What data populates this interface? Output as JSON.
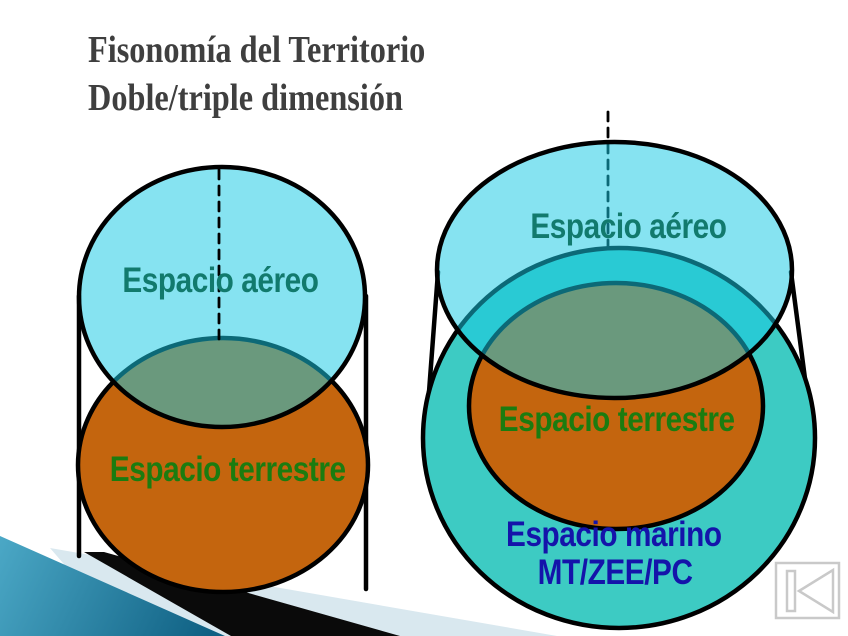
{
  "slide": {
    "title_line1": "Fisonomía del Territorio",
    "title_line2": "Doble/triple dimensión"
  },
  "diagram_left": {
    "name": "double-dimension-cylinder",
    "labels": {
      "air": "Espacio aéreo",
      "land": "Espacio terrestre"
    }
  },
  "diagram_right": {
    "name": "triple-dimension-cylinder",
    "labels": {
      "air": "Espacio aéreo",
      "land": "Espacio terrestre",
      "sea_line1": "Espacio marino",
      "sea_line2": "MT/ZEE/PC"
    }
  },
  "palette": {
    "air_fill_over_white": "#7fe3f2",
    "air_fill_rgba": "rgba(23,201,229,0.52)",
    "land_fill": "#c4650e",
    "sea_fill": "#3dcbc3",
    "overlap_observed": "#6f9b80",
    "air_label_color": "#127a6d",
    "land_label_color": "#1b7c10",
    "sea_label_color": "#1414aa",
    "title_color": "#3f3f3f",
    "footer_teal_light": "#4ba8c6",
    "footer_teal_dark": "#0f6083",
    "footer_pale": "#d9e8ef",
    "footer_black": "#0a0a0a",
    "nav_icon_gray": "#c9c9c9",
    "outline_black": "#000000"
  },
  "nav": {
    "back_icon": "go-to-first-slide"
  }
}
